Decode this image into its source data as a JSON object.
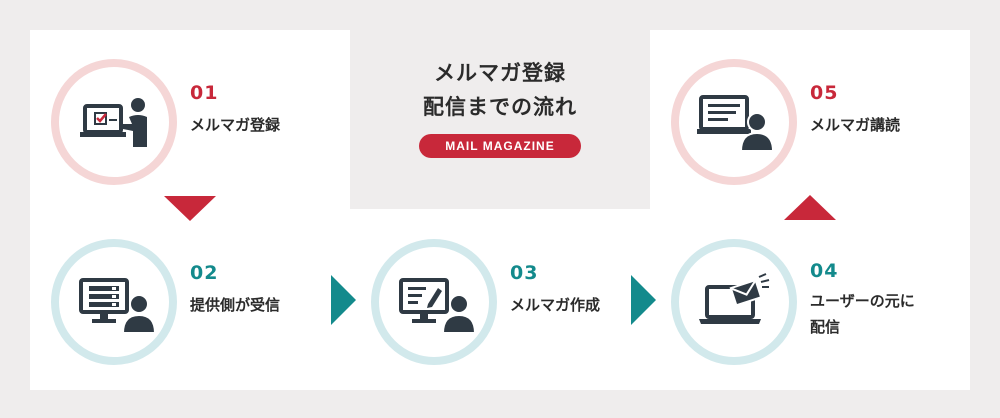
{
  "title": {
    "line1": "メルマガ登録",
    "line2": "配信までの流れ",
    "badge": "MAIL MAGAZINE"
  },
  "colors": {
    "background": "#efeded",
    "panel": "#ffffff",
    "accent_red": "#c8283a",
    "accent_teal": "#138a8c",
    "ring_pink": "#f5d6d6",
    "ring_teal": "#d2e9ec",
    "icon_dark": "#2f3a44"
  },
  "steps": [
    {
      "number": "01",
      "label": "メルマガ登録",
      "icon": "computer-user-checkbox-icon",
      "theme": "red"
    },
    {
      "number": "02",
      "label": "提供側が受信",
      "icon": "server-monitor-user-icon",
      "theme": "teal"
    },
    {
      "number": "03",
      "label": "メルマガ作成",
      "icon": "monitor-pen-user-icon",
      "theme": "teal"
    },
    {
      "number": "04",
      "label_line1": "ユーザーの元に",
      "label_line2": "配信",
      "icon": "laptop-envelope-icon",
      "theme": "teal"
    },
    {
      "number": "05",
      "label": "メルマガ講読",
      "icon": "monitor-reader-user-icon",
      "theme": "red"
    }
  ],
  "arrows": [
    {
      "name": "arrow-down",
      "direction": "down",
      "color": "red"
    },
    {
      "name": "arrow-right-1",
      "direction": "right",
      "color": "teal"
    },
    {
      "name": "arrow-right-2",
      "direction": "right",
      "color": "teal"
    },
    {
      "name": "arrow-up",
      "direction": "up",
      "color": "red"
    }
  ]
}
